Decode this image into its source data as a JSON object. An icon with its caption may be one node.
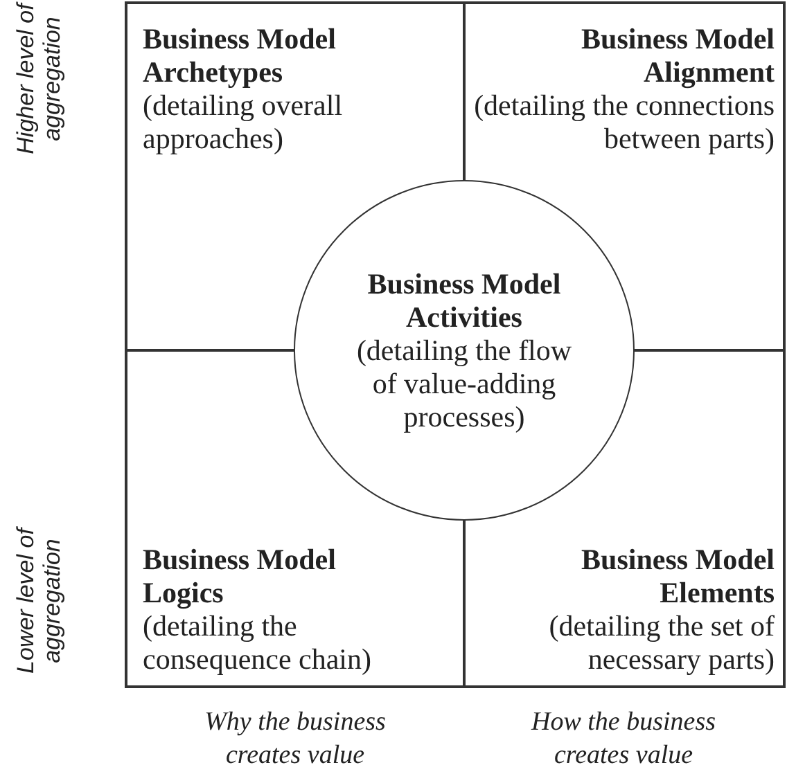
{
  "diagram": {
    "nodes": [
      {
        "text": [
          "Business Model Archetypes",
          "(detailing overall approaches)"
        ]
      },
      {
        "text": [
          "Business Model Alignment",
          "(detailing the connections between parts)"
        ]
      },
      {
        "text": [
          "Business Model Logics",
          "(detailing the consequence chain)"
        ]
      },
      {
        "text": [
          "Business Model Elements",
          "(detailing the set of necessary parts)"
        ]
      },
      {
        "text": [
          "Business Model Activities",
          "(detailing the flow of value-adding processes)"
        ]
      }
    ],
    "edges": [],
    "labels": [
      "Higher level of aggregation",
      "Lower level of aggregation",
      "Why the business creates value",
      "How the business creates value"
    ]
  }
}
